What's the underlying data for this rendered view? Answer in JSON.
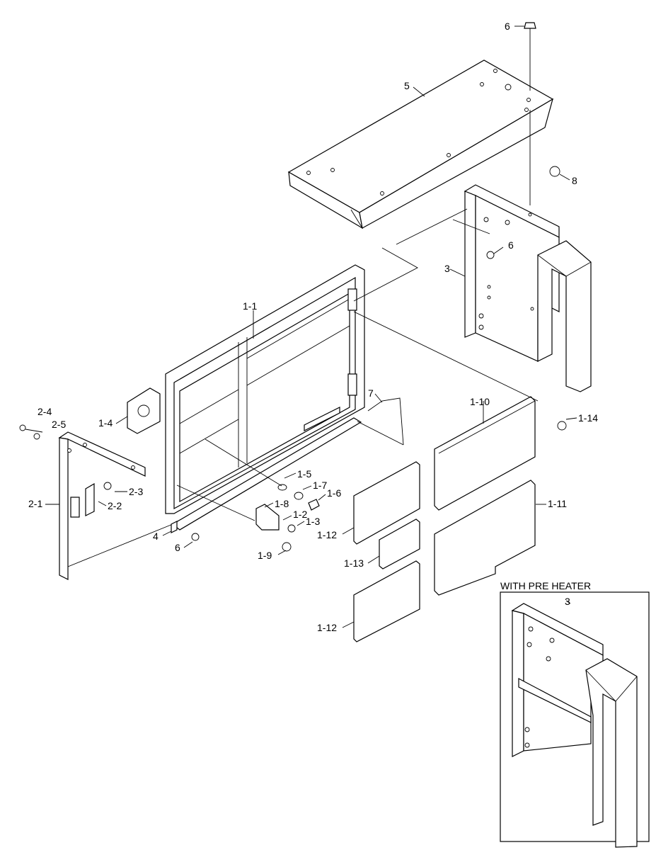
{
  "inset": {
    "title": "WITH PRE HEATER"
  },
  "labels": {
    "p6_top": "6",
    "p5": "5",
    "p8": "8",
    "p6_mid": "6",
    "p3": "3",
    "p1_1": "1-1",
    "p7": "7",
    "p1_10": "1-10",
    "p1_14": "1-14",
    "p1_4": "1-4",
    "p2_4": "2-4",
    "p2_5": "2-5",
    "p2_3": "2-3",
    "p2_2": "2-2",
    "p2_1": "2-1",
    "p1_5": "1-5",
    "p1_7": "1-7",
    "p1_6": "1-6",
    "p1_8": "1-8",
    "p1_2": "1-2",
    "p1_3": "1-3",
    "p1_9": "1-9",
    "p4": "4",
    "p6_bot": "6",
    "p1_12a": "1-12",
    "p1_13": "1-13",
    "p1_12b": "1-12",
    "p1_11": "1-11",
    "p3_inset": "3"
  }
}
